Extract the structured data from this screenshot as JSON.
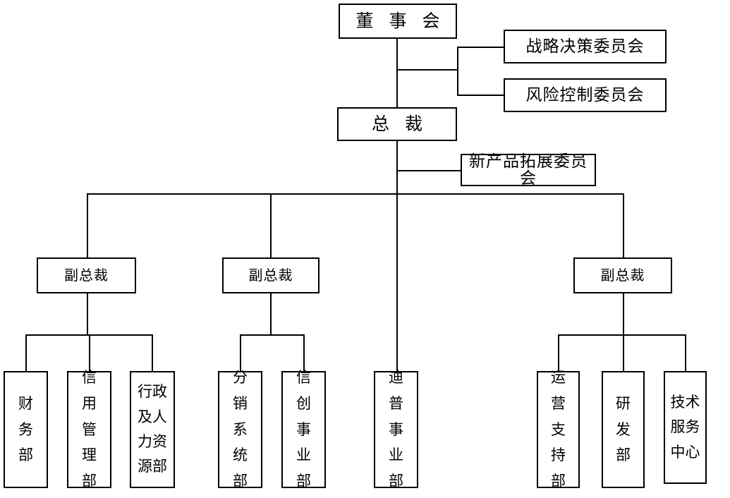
{
  "chart_title": "",
  "chart_data": {
    "type": "diagram",
    "diagram_kind": "organization-chart",
    "orientation": "top-down",
    "nodes": [
      {
        "id": "board",
        "label": "董 事 会",
        "level": 0
      },
      {
        "id": "strategy-cmte",
        "label": "战略决策委员会",
        "level": 1
      },
      {
        "id": "risk-cmte",
        "label": "风险控制委员会",
        "level": 1
      },
      {
        "id": "president",
        "label": "总  裁",
        "level": 1
      },
      {
        "id": "newproduct-cmte",
        "label": "新产品拓展委员会",
        "level": 2
      },
      {
        "id": "vp-left",
        "label": "副总裁",
        "level": 2
      },
      {
        "id": "vp-mid",
        "label": "副总裁",
        "level": 2
      },
      {
        "id": "vp-right",
        "label": "副总裁",
        "level": 2
      },
      {
        "id": "finance",
        "label": "财\n务\n部",
        "level": 3
      },
      {
        "id": "credit-mgmt",
        "label": "信\n用\n管\n理\n部",
        "level": 3
      },
      {
        "id": "admin-hr",
        "label": "行政\n及人\n力资\n源部",
        "level": 3
      },
      {
        "id": "distribution",
        "label": "分\n销\n系\n统\n部",
        "level": 3
      },
      {
        "id": "xinchuang",
        "label": "信\n创\n事\n业\n部",
        "level": 3
      },
      {
        "id": "dipu",
        "label": "迪\n普\n事\n业\n部",
        "level": 3
      },
      {
        "id": "ops-support",
        "label": "运\n营\n支\n持\n部",
        "level": 3
      },
      {
        "id": "rnd",
        "label": "研\n发\n部",
        "level": 3
      },
      {
        "id": "tech-service",
        "label": "技术\n服务\n中心",
        "level": 3
      }
    ],
    "edges": [
      {
        "from": "board",
        "to": "strategy-cmte"
      },
      {
        "from": "board",
        "to": "risk-cmte"
      },
      {
        "from": "board",
        "to": "president"
      },
      {
        "from": "president",
        "to": "newproduct-cmte"
      },
      {
        "from": "president",
        "to": "vp-left"
      },
      {
        "from": "president",
        "to": "vp-mid"
      },
      {
        "from": "president",
        "to": "vp-right"
      },
      {
        "from": "president",
        "to": "dipu"
      },
      {
        "from": "vp-left",
        "to": "finance"
      },
      {
        "from": "vp-left",
        "to": "credit-mgmt"
      },
      {
        "from": "vp-left",
        "to": "admin-hr"
      },
      {
        "from": "vp-mid",
        "to": "distribution"
      },
      {
        "from": "vp-mid",
        "to": "xinchuang"
      },
      {
        "from": "vp-right",
        "to": "ops-support"
      },
      {
        "from": "vp-right",
        "to": "rnd"
      },
      {
        "from": "vp-right",
        "to": "tech-service"
      }
    ],
    "colors": {
      "background": "#ffffff",
      "box_border": "#000000",
      "box_fill": "#ffffff",
      "connector": "#000000",
      "text": "#000000"
    }
  },
  "board": {
    "label": "董 事 会"
  },
  "committees": {
    "strategy": {
      "label": "战略决策委员会"
    },
    "risk": {
      "label": "风险控制委员会"
    },
    "new_product": {
      "label": "新产品拓展委员会"
    }
  },
  "president": {
    "label": "总  裁"
  },
  "vice_presidents": [
    {
      "label": "副总裁"
    },
    {
      "label": "副总裁"
    },
    {
      "label": "副总裁"
    }
  ],
  "departments": {
    "left_group": [
      {
        "label": "财\n务\n部"
      },
      {
        "label": "信\n用\n管\n理\n部"
      },
      {
        "label": "行政\n及人\n力资\n源部"
      }
    ],
    "mid_group": [
      {
        "label": "分\n销\n系\n统\n部"
      },
      {
        "label": "信\n创\n事\n业\n部"
      }
    ],
    "direct": [
      {
        "label": "迪\n普\n事\n业\n部"
      }
    ],
    "right_group": [
      {
        "label": "运\n营\n支\n持\n部"
      },
      {
        "label": "研\n发\n部"
      },
      {
        "label": "技术\n服务\n中心"
      }
    ]
  }
}
